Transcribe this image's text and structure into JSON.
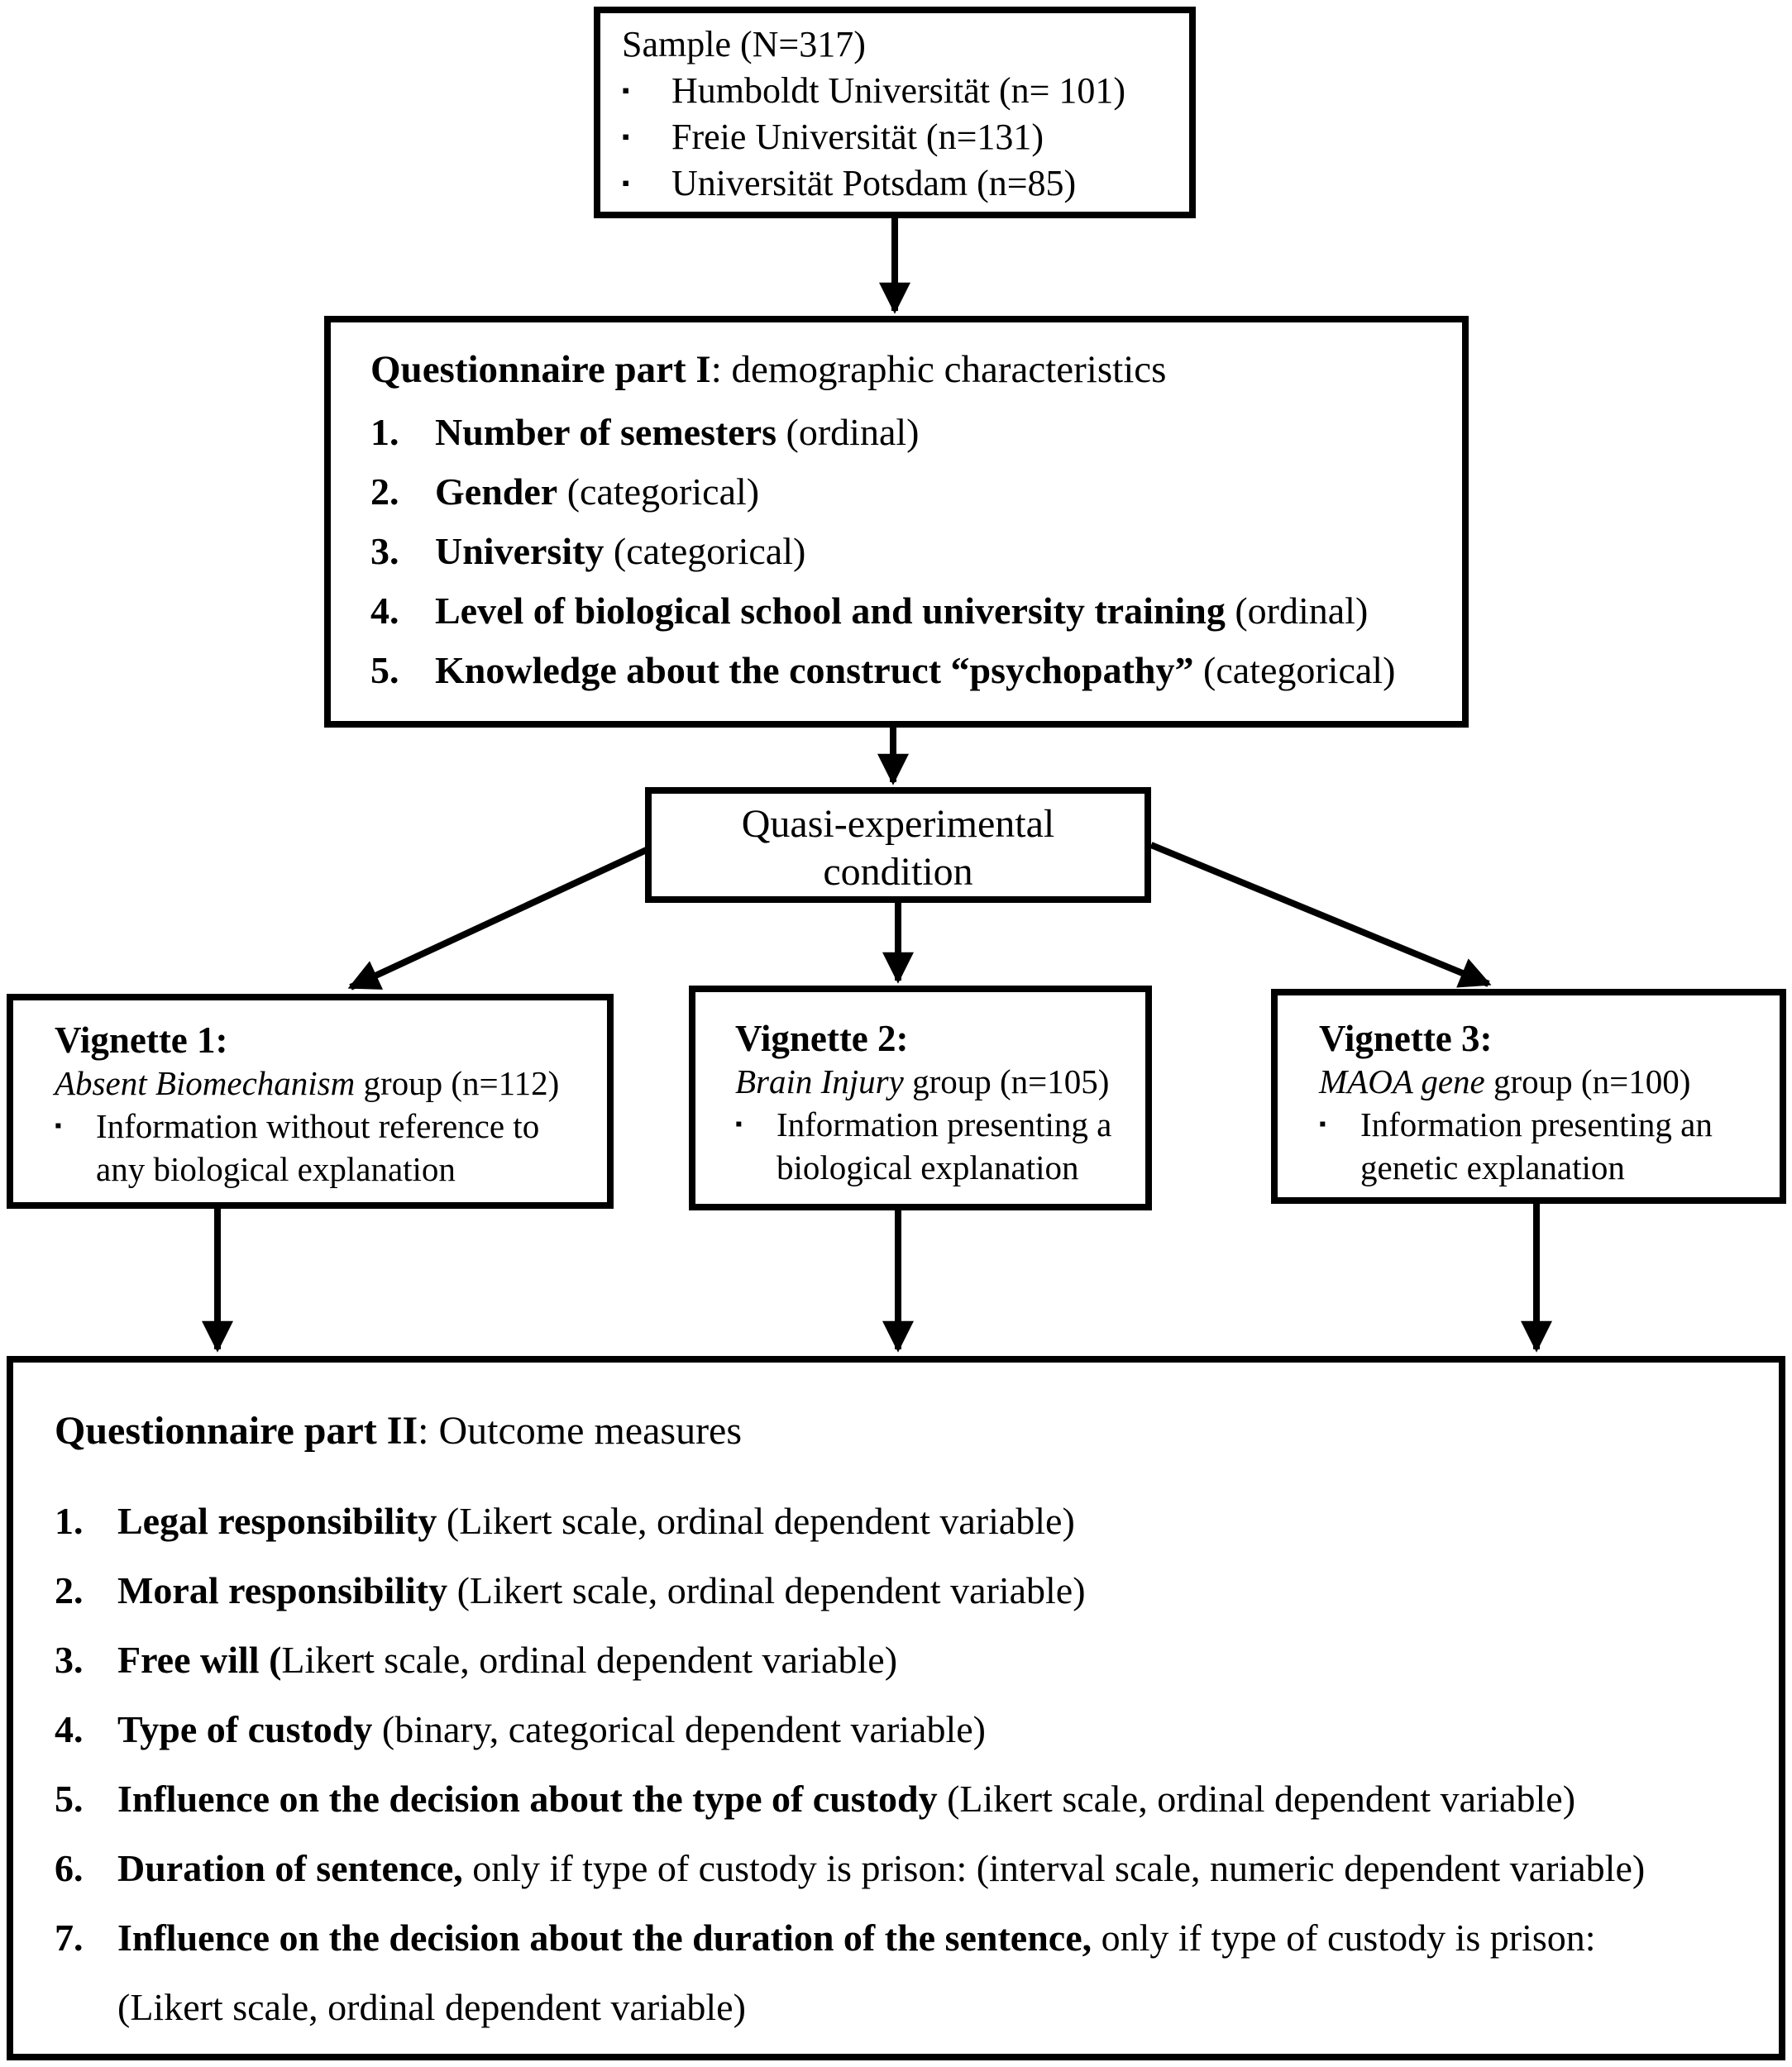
{
  "colors": {
    "ink": "#000000",
    "background": "#ffffff"
  },
  "bullet_icon": "▪",
  "sample_box": {
    "title": "Sample (N=317)",
    "bullets": [
      "Humboldt Universität (n= 101)",
      "Freie Universität (n=131)",
      "Universität Potsdam (n=85)"
    ]
  },
  "questionnaire_part_1": {
    "title_bold": "Questionnaire part I",
    "title_rest": ": demographic characteristics",
    "items": [
      {
        "num": "1.",
        "bold": "Number of semesters",
        "rest": " (ordinal)"
      },
      {
        "num": "2.",
        "bold": "Gender",
        "rest": " (categorical)"
      },
      {
        "num": "3.",
        "bold": "University",
        "rest": " (categorical)"
      },
      {
        "num": "4.",
        "bold": "Level of biological school and university training",
        "rest": " (ordinal)"
      },
      {
        "num": "5.",
        "bold": "Knowledge about the construct “psychopathy”",
        "rest": " (categorical)"
      }
    ]
  },
  "condition_box": {
    "line1": "Quasi-experimental",
    "line2": "condition"
  },
  "vignettes": [
    {
      "title": "Vignette 1:",
      "italic": "Absent Biomechanism",
      "group_rest": " group (n=112)",
      "bullet": "Information without reference to any biological explanation"
    },
    {
      "title": "Vignette 2:",
      "italic": "Brain Injury",
      "group_rest": " group (n=105)",
      "bullet": "Information presenting a biological explanation"
    },
    {
      "title": "Vignette 3:",
      "italic": "MAOA gene",
      "group_rest": " group (n=100)",
      "bullet": "Information presenting an genetic explanation"
    }
  ],
  "questionnaire_part_2": {
    "title_bold": "Questionnaire part II",
    "title_rest": ": Outcome measures",
    "items": [
      {
        "num": "1.",
        "bold": "Legal responsibility",
        "rest": " (Likert scale, ordinal dependent variable)"
      },
      {
        "num": "2.",
        "bold": "Moral responsibility",
        "rest": " (Likert scale, ordinal dependent variable)"
      },
      {
        "num": "3.",
        "bold": "Free will (",
        "rest": "Likert scale, ordinal dependent variable)"
      },
      {
        "num": "4.",
        "bold": "Type of custody",
        "rest": " (binary, categorical dependent variable)"
      },
      {
        "num": "5.",
        "bold": "Influence on the decision about the type of custody",
        "rest": " (Likert scale, ordinal dependent variable)"
      },
      {
        "num": "6.",
        "bold": "Duration of sentence,",
        "rest": " only if type of custody is prison: (interval scale, numeric dependent variable)"
      },
      {
        "num": "7.",
        "bold": "Influence on the decision about the duration of the sentence,",
        "rest": " only if type of custody is prison:",
        "line2": "(Likert scale, ordinal dependent variable)"
      }
    ]
  }
}
